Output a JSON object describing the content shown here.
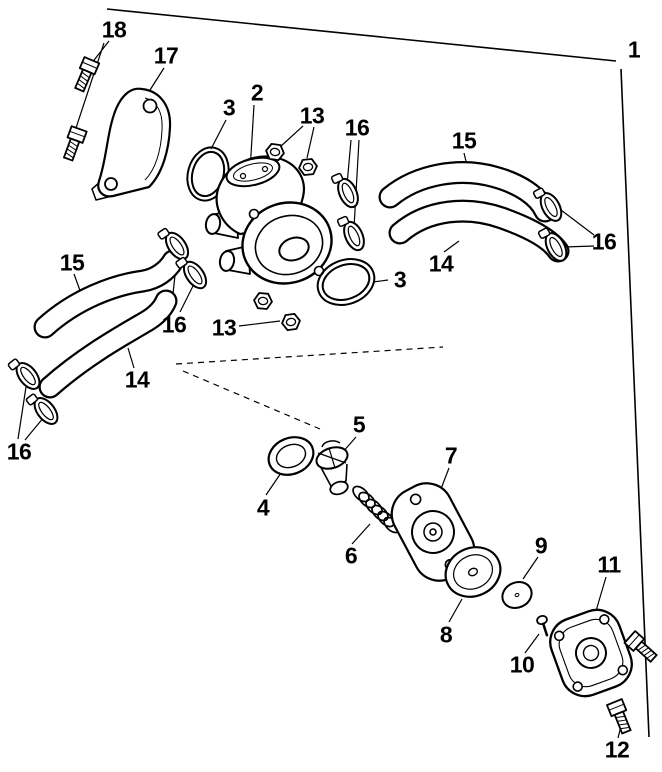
{
  "diagram": {
    "colors": {
      "line": "#000000",
      "background": "#ffffff"
    },
    "callouts": [
      {
        "label": "1"
      },
      {
        "label": "2"
      },
      {
        "label": "3"
      },
      {
        "label": "3"
      },
      {
        "label": "4"
      },
      {
        "label": "5"
      },
      {
        "label": "6"
      },
      {
        "label": "7"
      },
      {
        "label": "8"
      },
      {
        "label": "9"
      },
      {
        "label": "10"
      },
      {
        "label": "11"
      },
      {
        "label": "12"
      },
      {
        "label": "13"
      },
      {
        "label": "13"
      },
      {
        "label": "14"
      },
      {
        "label": "14"
      },
      {
        "label": "15"
      },
      {
        "label": "15"
      },
      {
        "label": "16"
      },
      {
        "label": "16"
      },
      {
        "label": "16"
      },
      {
        "label": "16"
      },
      {
        "label": "17"
      },
      {
        "label": "18"
      }
    ]
  }
}
